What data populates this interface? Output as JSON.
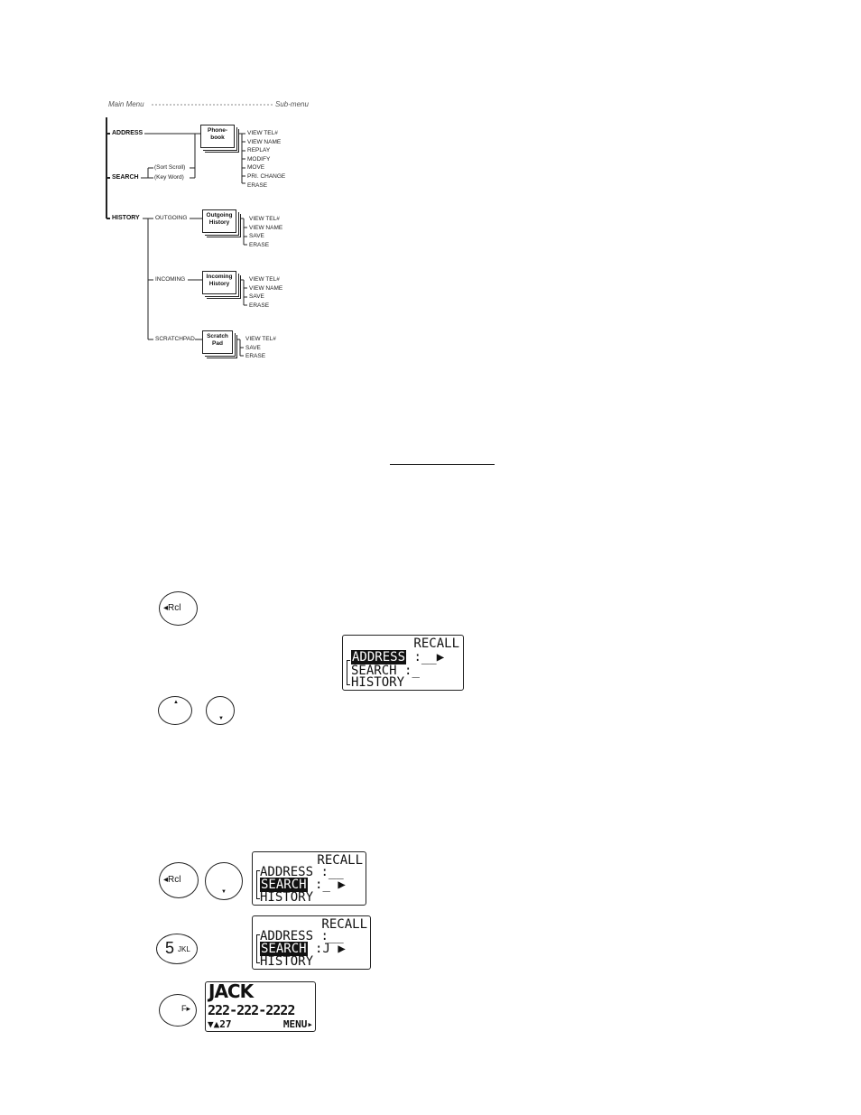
{
  "tree": {
    "main_header": "Main Menu",
    "sub_header": "Sub-menu",
    "main_items": [
      "ADDRESS",
      "SEARCH",
      "HISTORY"
    ],
    "search_options": [
      "(Sort Scroll)",
      "(Key Word)"
    ],
    "history_options": [
      "OUTGOING",
      "INCOMING",
      "SCRATCHPAD"
    ],
    "boxes": {
      "phonebook": "Phone-\nbook",
      "outgoing": "Outgoing\nHistory",
      "incoming": "Incoming\nHistory",
      "scratch": "Scratch\nPad"
    },
    "phonebook_sub": [
      "VIEW TEL#",
      "VIEW NAME",
      "REPLAY",
      "MODIFY",
      "MOVE",
      "PRI. CHANGE",
      "ERASE"
    ],
    "outgoing_sub": [
      "VIEW TEL#",
      "VIEW NAME",
      "SAVE",
      "ERASE"
    ],
    "incoming_sub": [
      "VIEW TEL#",
      "VIEW NAME",
      "SAVE",
      "ERASE"
    ],
    "scratch_sub": [
      "VIEW TEL#",
      "SAVE",
      "ERASE"
    ]
  },
  "keys": {
    "rcl": "◂Rcl",
    "up_arrow": "▲",
    "down_arrow": "▼",
    "five": "5",
    "five_letters": "JKL",
    "f": "F▸"
  },
  "lcd1": {
    "title": "RECALL",
    "row1": "ADDRESS",
    "row1_val": ":__",
    "row2": "SEARCH",
    "row2_val": ":_",
    "row3": "HISTORY",
    "arrow": "▶"
  },
  "lcd2": {
    "title": "RECALL",
    "row1": "ADDRESS",
    "row1_val": ":__",
    "row2": "SEARCH",
    "row2_val": ":_",
    "row3": "HISTORY",
    "arrow": "▶"
  },
  "lcd3": {
    "title": "RECALL",
    "row1": "ADDRESS",
    "row1_val": ":__",
    "row2": "SEARCH",
    "row2_val": ":J",
    "row3": "HISTORY",
    "arrow": "▶"
  },
  "lcd4": {
    "name": "JACK",
    "number": "222-222-2222",
    "nav": "▼▲27",
    "menu": "MENU▸"
  }
}
